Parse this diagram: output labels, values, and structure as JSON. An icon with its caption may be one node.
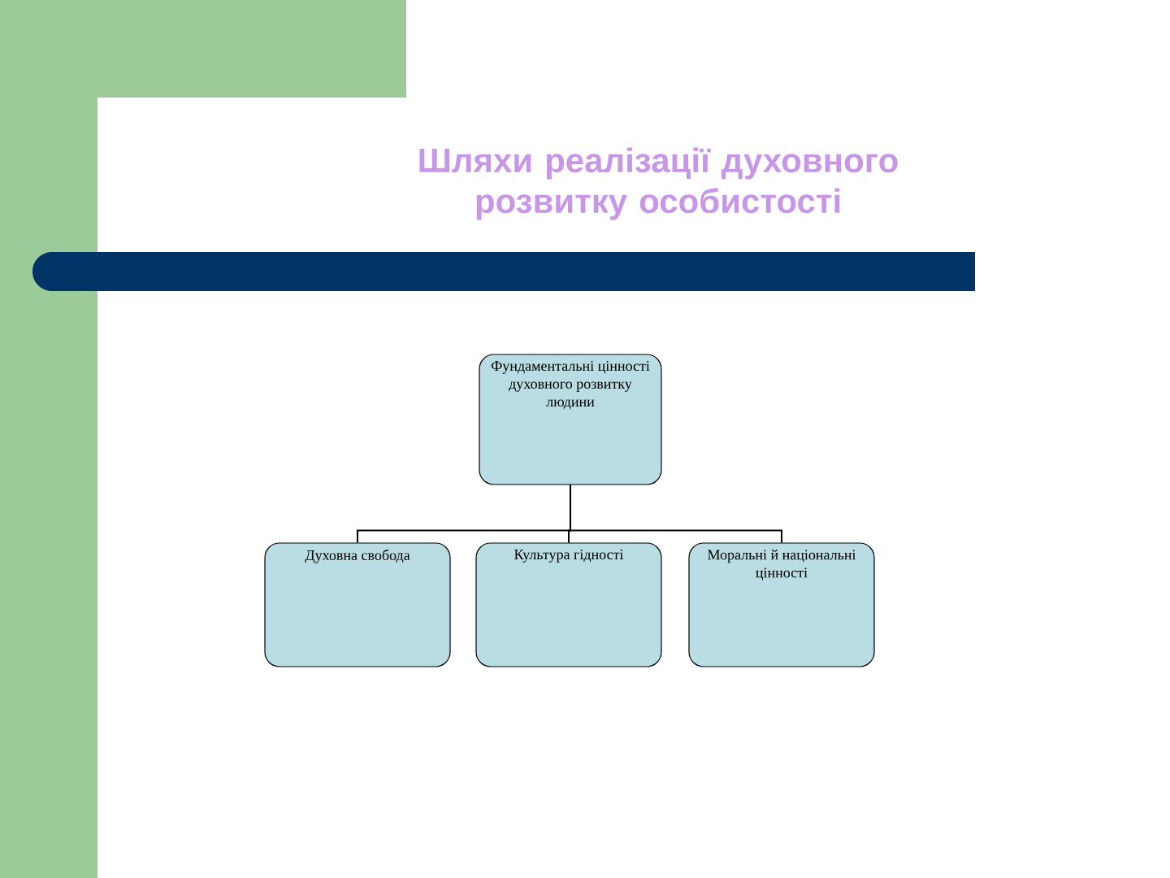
{
  "diagram": {
    "title": "Шляхи реалізації духовного розвитку особистості",
    "nodes": [
      {
        "text": [
          "Фундаментальні цінності духовного розвитку людини"
        ]
      },
      {
        "text": [
          "Духовна свобода"
        ]
      },
      {
        "text": [
          "Культура гідності"
        ]
      },
      {
        "text": [
          "Моральні й національні цінності"
        ]
      }
    ],
    "edges": [
      {
        "from": 0,
        "to": 1,
        "arrow": "none"
      },
      {
        "from": 0,
        "to": 2,
        "arrow": "none"
      },
      {
        "from": 0,
        "to": 3,
        "arrow": "none"
      }
    ]
  }
}
